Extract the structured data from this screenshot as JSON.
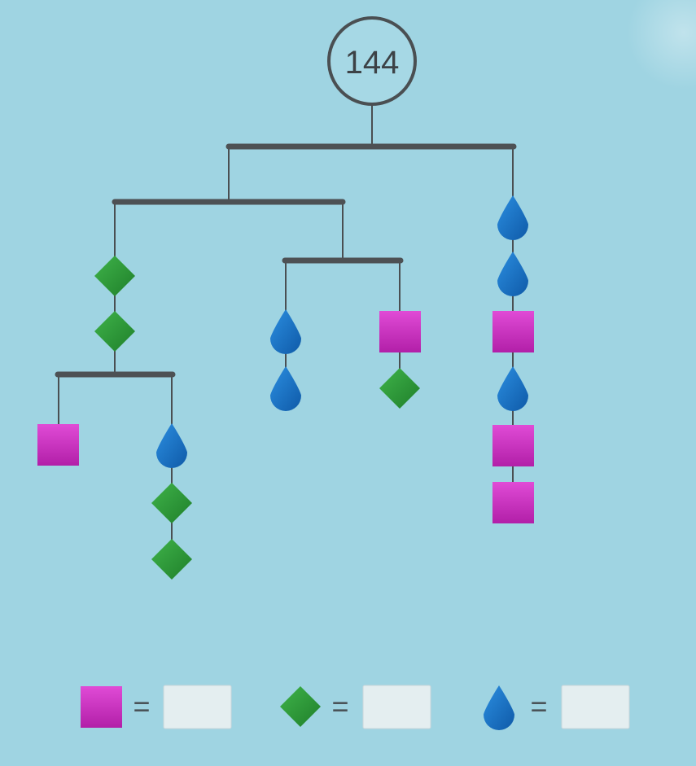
{
  "puzzle": {
    "total": "144"
  },
  "legend": {
    "equals": "=",
    "answers": {
      "square": "",
      "diamond": "",
      "drop": ""
    }
  },
  "colors": {
    "background": "#9fd4e2",
    "bar": "#4d5154",
    "string": "#4a4f52",
    "square": "#d13ac8",
    "diamond": "#2f9a3a",
    "drop": "#1a74c6",
    "answer_box": "#e4eef0"
  },
  "mobile": {
    "top_beam": [
      "left-sub-mobile",
      "right-strand"
    ],
    "right_strand": [
      "drop",
      "drop",
      "square",
      "drop",
      "square",
      "square"
    ],
    "left_sub_mobile": {
      "left_strand_above_beam": [
        "diamond",
        "diamond"
      ],
      "lower_beam": {
        "left_strand": [
          "square"
        ],
        "right_strand": [
          "drop",
          "diamond",
          "diamond"
        ]
      },
      "middle_beam": {
        "left_strand": [
          "drop",
          "drop"
        ],
        "right_strand": [
          "square",
          "diamond"
        ]
      }
    }
  }
}
